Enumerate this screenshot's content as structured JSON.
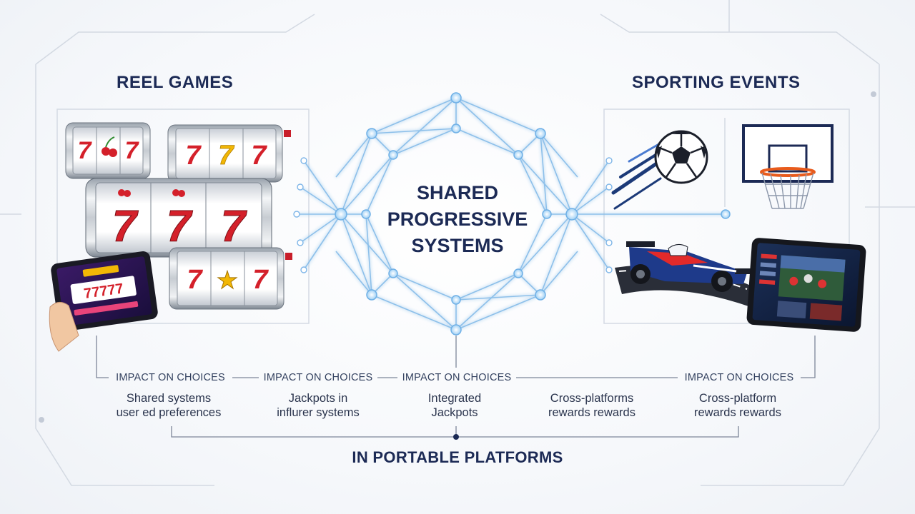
{
  "headings": {
    "left": "REEL GAMES",
    "right": "SPORTING EVENTS",
    "center_line1": "SHARED",
    "center_line2": "PROGRESSIVE",
    "center_line3": "SYSTEMS",
    "bottom": "IN PORTABLE PLATFORMS"
  },
  "impacts": [
    {
      "label": "IMPACT ON CHOICES",
      "caption_line1": "Shared systems",
      "caption_line2": "user ed preferences"
    },
    {
      "label": "IMPACT ON CHOICES",
      "caption_line1": "Jackpots in",
      "caption_line2": "influrer systems"
    },
    {
      "label": "IMPACT ON CHOICES",
      "caption_line1": "Integrated",
      "caption_line2": "Jackpots"
    },
    {
      "label": "",
      "caption_line1": "Cross-platforms",
      "caption_line2": "rewards rewards"
    },
    {
      "label": "IMPACT ON CHOICES",
      "caption_line1": "Cross-platform",
      "caption_line2": "rewards rewards"
    }
  ],
  "reel_symbols": {
    "seven": "7",
    "star": "★",
    "cherry": "cherry-icon"
  },
  "colors": {
    "navy": "#1c2a55",
    "network_blue": "#7fb6e8",
    "seven_red": "#d4202a",
    "seven_blue": "#1f4fa8",
    "seven_yellow": "#f2b705"
  }
}
